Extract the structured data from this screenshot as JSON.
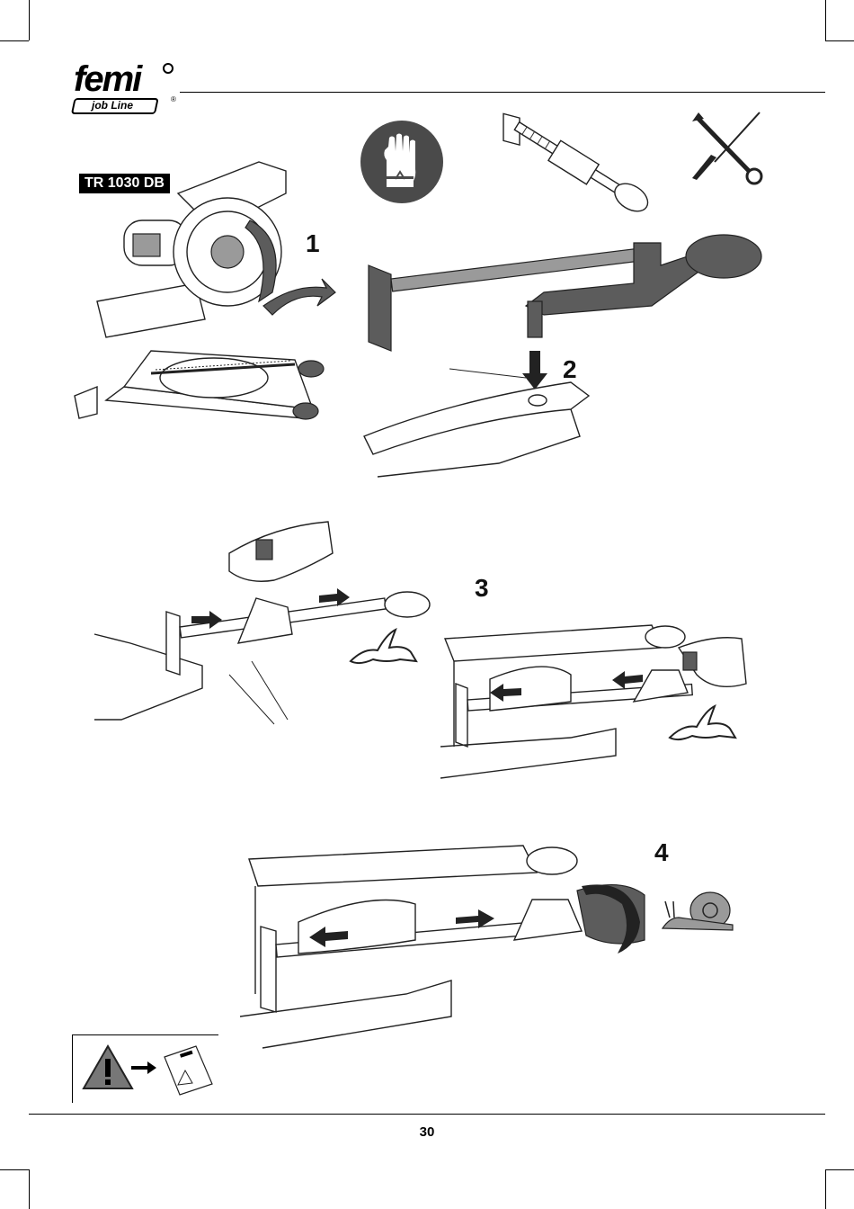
{
  "brand": {
    "name": "femi",
    "subline": "job Line",
    "registered": "®"
  },
  "model_label": "TR 1030 DB",
  "steps": [
    "1",
    "2",
    "3",
    "4"
  ],
  "icons": {
    "gloves": "gloves-icon",
    "clamp": "clamp-icon",
    "tools": "tools-icon",
    "rabbit": "rabbit-icon",
    "snail": "snail-icon",
    "warning": "warning-triangle-icon",
    "manual": "manual-icon"
  },
  "page_number": "30",
  "colors": {
    "dark_gray": "#5c5c5c",
    "mid_gray": "#9a9a9a",
    "black": "#000000"
  }
}
